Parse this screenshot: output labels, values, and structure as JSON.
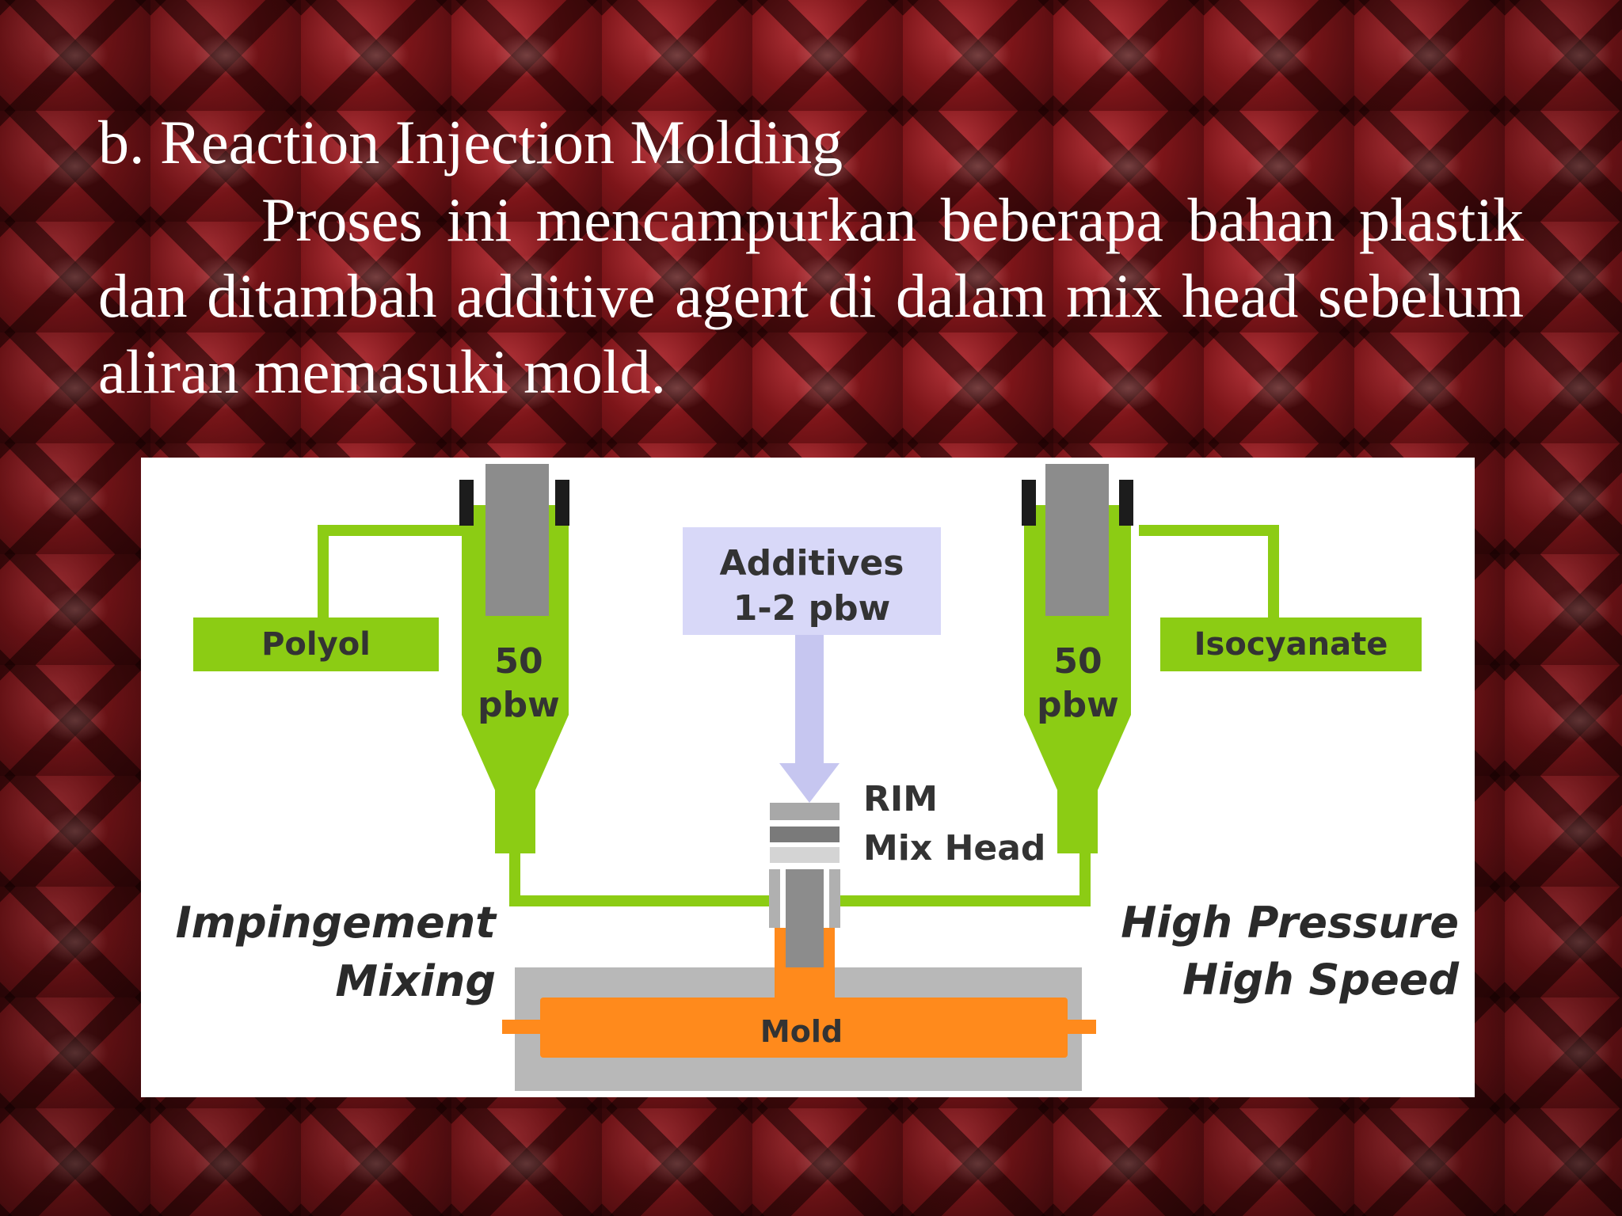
{
  "slide": {
    "title": "b. Reaction Injection Molding",
    "body": "Proses ini mencampurkan beberapa bahan plastik dan ditambah additive agent di dalam mix head sebelum aliran memasuki mold."
  },
  "diagram": {
    "polyol_label": "Polyol",
    "isocyanate_label": "Isocyanate",
    "additives_line1": "Additives",
    "additives_line2": "1-2 pbw",
    "left_amount_line1": "50",
    "left_amount_line2": "pbw",
    "right_amount_line1": "50",
    "right_amount_line2": "pbw",
    "mixhead_line1": "RIM",
    "mixhead_line2": "Mix Head",
    "left_caption_line1": "Impingement",
    "left_caption_line2": "Mixing",
    "right_caption_line1": "High Pressure",
    "right_caption_line2": "High Speed",
    "mold_label": "Mold",
    "colors": {
      "green": "#8ccc14",
      "gray": "#8c8c8c",
      "lavender": "#d8d8f8",
      "arrow": "#c6c6f0",
      "orange": "#ff8a1c",
      "mold_frame": "#b8b8b8"
    }
  }
}
